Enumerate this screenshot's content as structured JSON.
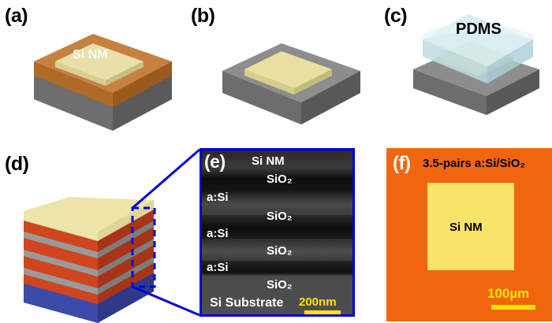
{
  "figure": {
    "description": "Six-panel process-flow and characterization figure for Si nanomembrane transfer onto a:Si/SiO2 distributed Bragg reflector"
  },
  "panels": {
    "a": {
      "letter": "(a)",
      "overlay_label": "Si NM",
      "colors": {
        "oxide_top": "#c8803f",
        "oxide_front": "#b06a28",
        "oxide_side": "#9a5a1e",
        "substrate_top": "#8a8a8a",
        "substrate_front": "#6e6e6e",
        "substrate_side": "#5a5a5a",
        "si_nm_top": "#e8e0a8",
        "si_nm_front": "#d8cf92",
        "si_nm_side": "#c8bf80"
      }
    },
    "b": {
      "letter": "(b)",
      "colors": {
        "substrate_top": "#8d8d8d",
        "substrate_front": "#6d6d6d",
        "substrate_side": "#585858",
        "si_nm_top": "#e8e0a0",
        "si_nm_front": "#d6cd8d",
        "si_nm_side": "#c4bb7b"
      }
    },
    "c": {
      "letter": "(c)",
      "overlay_label": "PDMS",
      "colors": {
        "pdms_top": "#d6eaf0",
        "pdms_front": "#c2dde6",
        "pdms_side": "#b0d2de",
        "si_nm_top": "#ddd9a0",
        "si_nm_front": "#ccc790",
        "substrate_top": "#8d8d8d",
        "substrate_front": "#6d6d6d",
        "substrate_side": "#585858"
      }
    },
    "d": {
      "letter": "(d)",
      "colors": {
        "si_nm_top": "#ece4a8",
        "si_nm_front": "#ded694",
        "si_nm_side": "#cdc585",
        "asi_front": "#cf4520",
        "asi_side": "#a83418",
        "sio2_front": "#9a9a9a",
        "sio2_side": "#7d7d7d",
        "substrate_front": "#3c4aa8",
        "substrate_side": "#2e3a88",
        "callout": "#0000e0"
      },
      "layer_stack": [
        "Si NM",
        "a:Si",
        "SiO2",
        "a:Si",
        "SiO2",
        "a:Si",
        "SiO2",
        "a:Si",
        "Si Substrate"
      ]
    },
    "e": {
      "letter": "(e)",
      "type": "cross-sectional SEM",
      "labels": [
        {
          "text": "Si NM",
          "align": "center-left"
        },
        {
          "text": "SiO₂",
          "align": "center"
        },
        {
          "text": "a:Si",
          "align": "left"
        },
        {
          "text": "SiO₂",
          "align": "center"
        },
        {
          "text": "a:Si",
          "align": "left"
        },
        {
          "text": "SiO₂",
          "align": "center"
        },
        {
          "text": "a:Si",
          "align": "left"
        },
        {
          "text": "SiO₂",
          "align": "center"
        },
        {
          "text": "Si Substrate",
          "align": "left"
        }
      ],
      "scale_bar": "200nm",
      "frame_color": "#0000e0",
      "scale_bar_color": "#ffe400"
    },
    "f": {
      "letter": "(f)",
      "type": "optical micrograph",
      "title": "3.5-pairs a:Si/SiO₂",
      "overlay_label": "Si NM",
      "scale_bar": "100µm",
      "colors": {
        "background": "#f2650f",
        "membrane": "#fae36b",
        "scale_bar": "#ffe400",
        "title_text": "#000000",
        "letter": "#ffffff"
      }
    }
  }
}
